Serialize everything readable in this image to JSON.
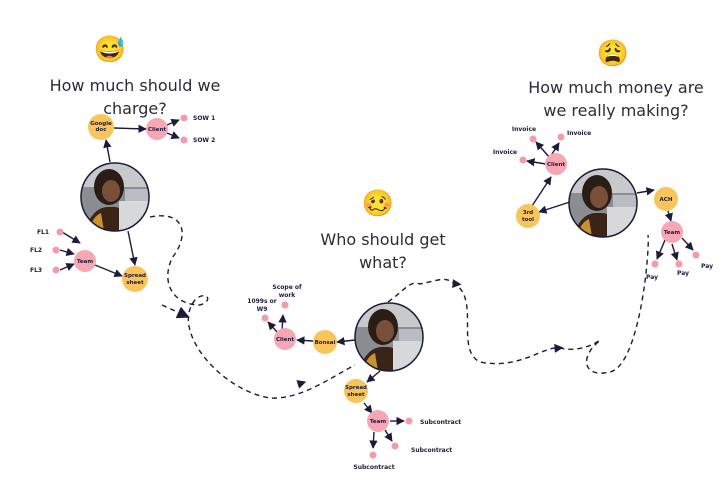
{
  "sections": {
    "charge": {
      "emoji": "😅",
      "question": "How much should we charge?"
    },
    "split": {
      "emoji": "🥴",
      "question": "Who should get what?"
    },
    "money": {
      "emoji": "😩",
      "question": "How much money are we really making?"
    }
  },
  "labels": {
    "google_doc": "Google doc",
    "client_a": "Client",
    "sow1": "SOW 1",
    "sow2": "SOW 2",
    "fl1": "FL1",
    "fl2": "FL2",
    "fl3": "FL3",
    "team_a": "Team",
    "spreadsheet_a": "Spread sheet",
    "scope": "Scope of work",
    "w9": "1099s or W9",
    "client_b": "Client",
    "bonsai": "Bonsai",
    "spreadsheet_b": "Spread sheet",
    "team_b": "Team",
    "subcontract1": "Subcontract",
    "subcontract2": "Subcontract",
    "subcontract3": "Subcontract",
    "invoice1": "Invoice",
    "invoice2": "Invoice",
    "invoice3": "Invoice",
    "client_c": "Client",
    "third_tool": "3rd tool",
    "ach": "ACH",
    "team_c": "Team",
    "pay1": "Pay",
    "pay2": "Pay",
    "pay3": "Pay"
  },
  "colors": {
    "pink": "#f7a6b3",
    "yellow": "#f8c55c",
    "ink": "#1d1a3b",
    "dot": "#f59aa9"
  }
}
